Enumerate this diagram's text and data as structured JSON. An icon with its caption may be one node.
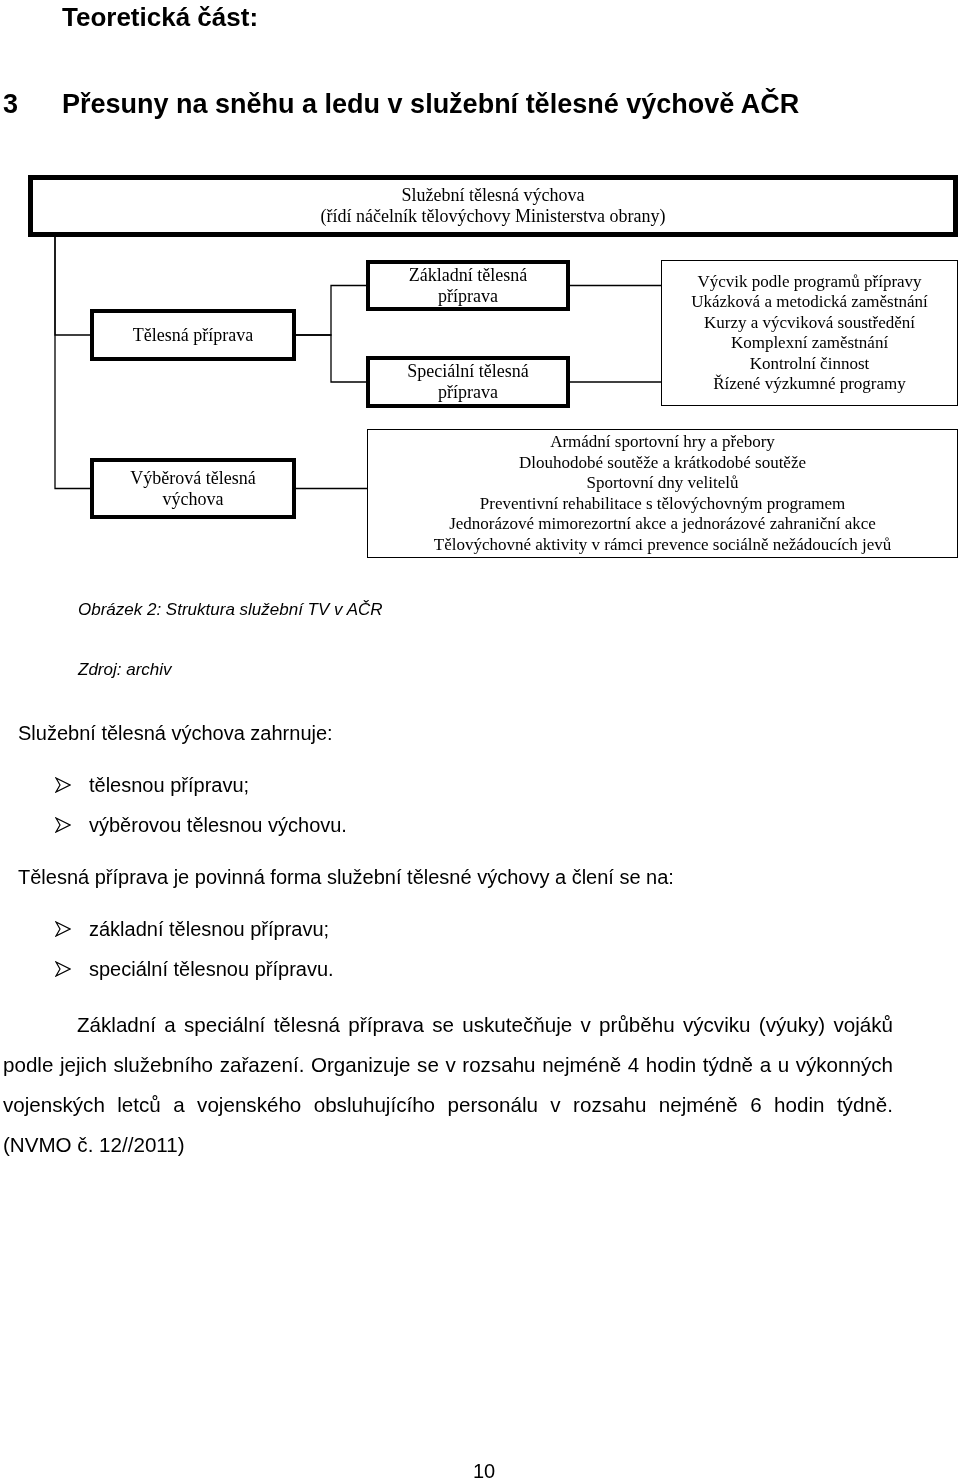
{
  "diagram": {
    "title": "Teoretická část:",
    "caption": "Obrázek 2: Struktura služební TV v AČR",
    "nodes": [
      {
        "text": [
          "Služební tělesná výchova",
          "(řídí náčelník tělovýchovy Ministerstva obrany)"
        ]
      },
      {
        "text": [
          "Tělesná příprava"
        ]
      },
      {
        "text": [
          "Základní tělesná příprava"
        ]
      },
      {
        "text": [
          "Speciální tělesná příprava"
        ]
      },
      {
        "text": [
          "Výcvik podle programů přípravy",
          "Ukázková a metodická zaměstnání",
          "Kurzy a výcviková soustředění",
          "Komplexní zaměstnání",
          "Kontrolní činnost",
          "Řízené výzkumné programy"
        ]
      },
      {
        "text": [
          "Výběrová tělesná výchova"
        ]
      },
      {
        "text": [
          "Armádní sportovní hry a přebory",
          "Dlouhodobé soutěže a krátkodobé soutěže",
          "Sportovní dny velitelů",
          "Preventivní rehabilitace s tělovýchovným programem",
          "Jednorázové mimorezortní akce a jednorázové zahraniční akce",
          "Tělovýchovné aktivity v rámci prevence sociálně nežádoucích jevů"
        ]
      }
    ],
    "edges": [
      {
        "from": 0,
        "to": 1,
        "arrow": "none"
      },
      {
        "from": 0,
        "to": 5,
        "arrow": "none"
      },
      {
        "from": 1,
        "to": 2,
        "arrow": "none"
      },
      {
        "from": 1,
        "to": 3,
        "arrow": "none"
      },
      {
        "from": 2,
        "to": 4,
        "arrow": "none"
      },
      {
        "from": 3,
        "to": 4,
        "arrow": "none"
      },
      {
        "from": 5,
        "to": 6,
        "arrow": "none"
      }
    ],
    "labels": [
      "3",
      "Přesuny na sněhu a ledu v služební tělesné výchově AČR",
      "Zdroj: archiv",
      "Služební tělesná výchova zahrnuje:",
      "tělesnou přípravu;",
      "výběrovou tělesnou výchovu.",
      "Tělesná příprava je povinná forma služební tělesné výchovy a člení se na:",
      "základní tělesnou přípravu;",
      "speciální tělesnou přípravu.",
      "Základní a speciální tělesná příprava se uskutečňuje v průběhu výcviku (výuky) vojáků podle jejich služebního zařazení. Organizuje se v rozsahu nejméně 4 hodin týdně a u výkonných vojenských letců a vojenského obsluhujícího personálu v rozsahu nejméně 6 hodin týdně. (NVMO č. 12//2011)",
      "10"
    ]
  }
}
